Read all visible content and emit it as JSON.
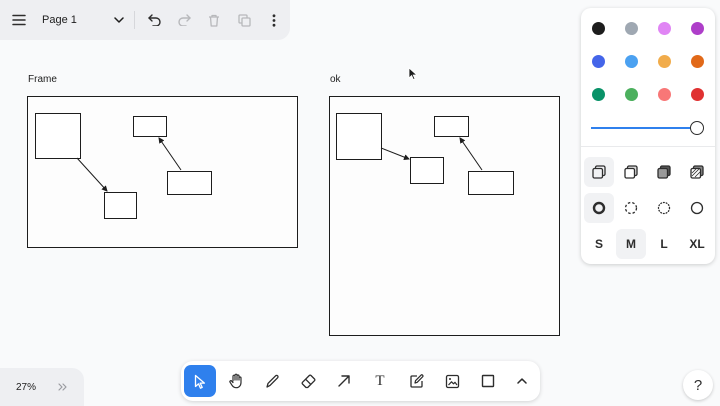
{
  "menu": {
    "page_label": "Page 1",
    "icons": [
      "menu-icon",
      "chevron-down-icon",
      "undo-icon",
      "redo-icon",
      "trash-icon",
      "duplicate-icon",
      "more-vertical-icon"
    ]
  },
  "frames": [
    {
      "label": "Frame"
    },
    {
      "label": "ok"
    }
  ],
  "style_panel": {
    "colors": [
      {
        "name": "black",
        "hex": "#1d1d1d"
      },
      {
        "name": "grey",
        "hex": "#9fa8b2"
      },
      {
        "name": "light-violet",
        "hex": "#e085f4"
      },
      {
        "name": "violet",
        "hex": "#ae3ec9"
      },
      {
        "name": "blue",
        "hex": "#4465e9"
      },
      {
        "name": "light-blue",
        "hex": "#4ba1f1"
      },
      {
        "name": "yellow",
        "hex": "#f1ac4b"
      },
      {
        "name": "orange",
        "hex": "#e16919"
      },
      {
        "name": "green",
        "hex": "#099268"
      },
      {
        "name": "light-green",
        "hex": "#4cb05e"
      },
      {
        "name": "light-red",
        "hex": "#f87777"
      },
      {
        "name": "red",
        "hex": "#e03131"
      }
    ],
    "selected_color": "black",
    "opacity": 1.0,
    "fill_options": [
      "fill-none-icon",
      "fill-semi-icon",
      "fill-solid-icon",
      "fill-pattern-icon"
    ],
    "dash_options": [
      "dash-draw-icon",
      "dash-dashed-icon",
      "dash-dotted-icon",
      "dash-solid-icon"
    ],
    "sizes": [
      "S",
      "M",
      "L",
      "XL"
    ],
    "selected_size": "M"
  },
  "toolbar": {
    "tools": [
      "select-icon",
      "hand-icon",
      "draw-icon",
      "eraser-icon",
      "arrow-icon",
      "text-icon",
      "note-icon",
      "image-icon",
      "rectangle-icon",
      "chevron-up-icon"
    ],
    "text_tool_glyph": "T",
    "active_tool": "select"
  },
  "zoom": {
    "label": "27%"
  },
  "help": {
    "label": "?"
  },
  "accent": "#2f80ed"
}
